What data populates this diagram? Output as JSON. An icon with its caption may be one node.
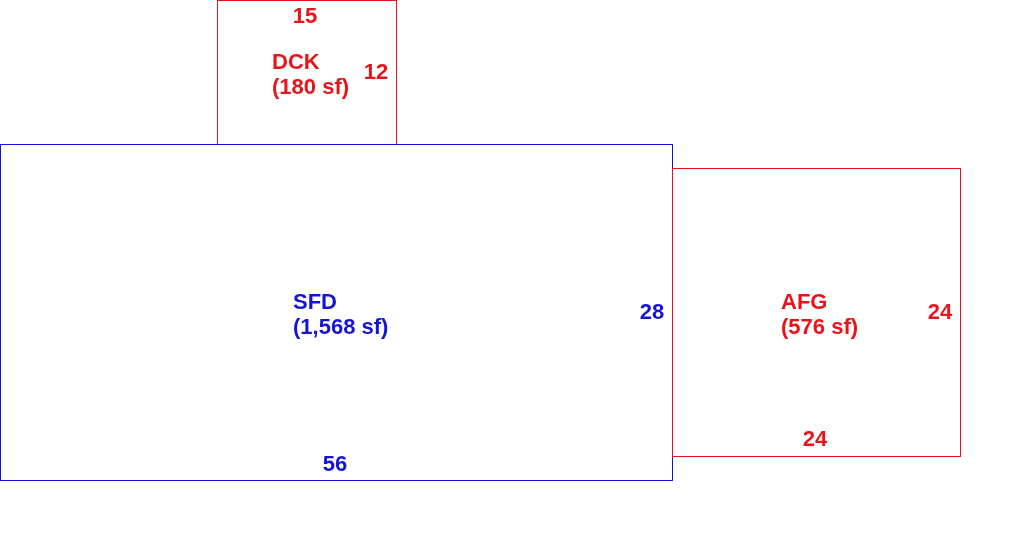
{
  "diagram": {
    "nodes": [
      {
        "text": [
          "DCK",
          "(180 sf)"
        ]
      },
      {
        "text": [
          "SFD",
          "(1,568 sf)"
        ]
      },
      {
        "text": [
          "AFG",
          "(576 sf)"
        ]
      }
    ],
    "labels": [
      "15",
      "12",
      "28",
      "24",
      "24",
      "56"
    ]
  }
}
